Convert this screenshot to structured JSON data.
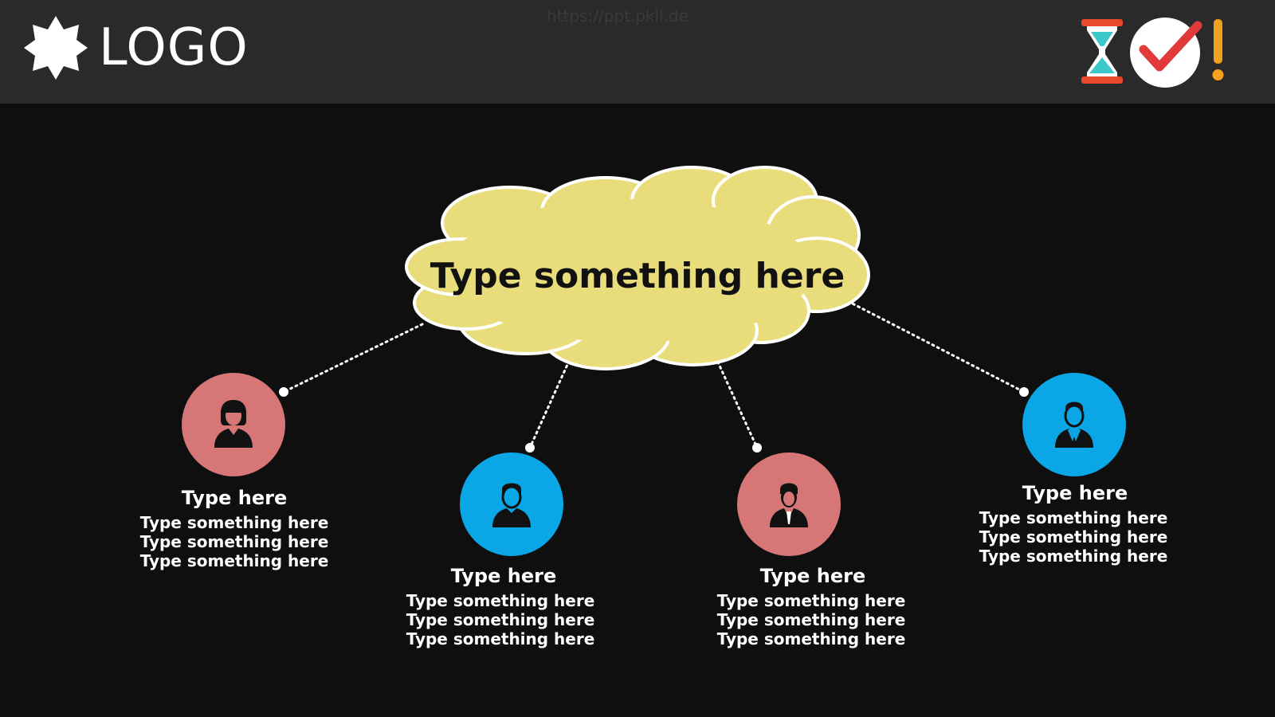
{
  "header": {
    "logo_text": "LOGO",
    "watermark": "https://ppt.pkll.de",
    "icons": [
      "star-badge-icon",
      "hourglass-icon",
      "checkmark-icon",
      "exclamation-icon"
    ]
  },
  "diagram": {
    "center": {
      "label": "Type something here",
      "color": "#e8dd7a"
    },
    "nodes": [
      {
        "id": "n1",
        "icon": "woman-avatar-icon",
        "color": "#d67676",
        "title": "Type here",
        "lines": [
          "Type something here",
          "Type something here",
          "Type something here"
        ]
      },
      {
        "id": "n2",
        "icon": "man-avatar-icon",
        "color": "#0aa6e6",
        "title": "Type here",
        "lines": [
          "Type something here",
          "Type something here",
          "Type something here"
        ]
      },
      {
        "id": "n3",
        "icon": "businessman-avatar-icon",
        "color": "#d67676",
        "title": "Type here",
        "lines": [
          "Type something here",
          "Type something here",
          "Type something here"
        ]
      },
      {
        "id": "n4",
        "icon": "businessman-suit-avatar-icon",
        "color": "#0aa6e6",
        "title": "Type here",
        "lines": [
          "Type something here",
          "Type something here",
          "Type something here"
        ]
      }
    ]
  }
}
